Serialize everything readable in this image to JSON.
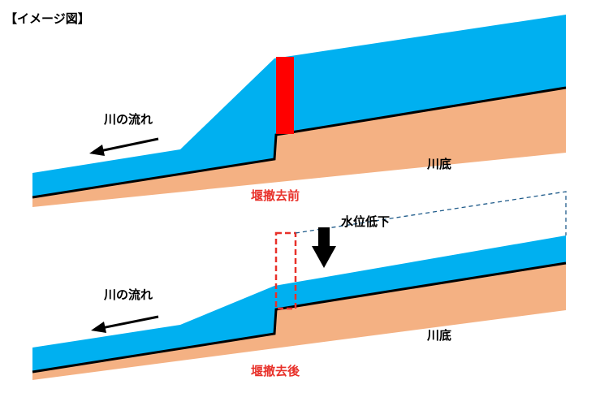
{
  "title": "【イメージ図】",
  "before": {
    "flow_label": "川の流れ",
    "riverbed_label": "川底",
    "caption": "堰撤去前"
  },
  "after": {
    "flow_label": "川の流れ",
    "riverbed_label": "川底",
    "water_drop_label": "水位低下",
    "caption": "堰撤去後"
  },
  "colors": {
    "water": "#00b0f0",
    "ground": "#f4b183",
    "weir": "#ff0000",
    "caption": "#e8312a",
    "dashed_line": "#1f5b8a"
  }
}
